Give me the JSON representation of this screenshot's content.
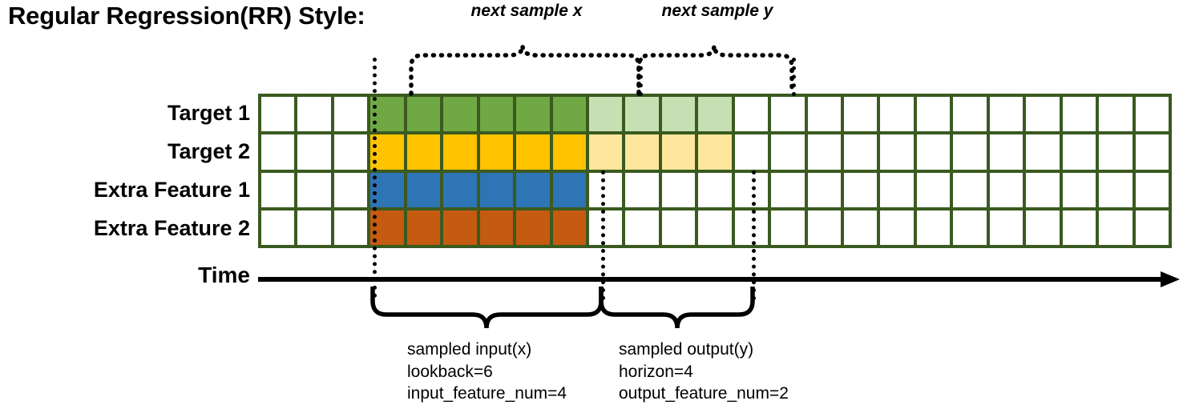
{
  "title": "Regular Regression(RR) Style:",
  "row_labels": [
    {
      "label": "Target 1",
      "name": "target-1"
    },
    {
      "label": "Target 2",
      "name": "target-2"
    },
    {
      "label": "Extra Feature 1",
      "name": "extra-feature-1"
    },
    {
      "label": "Extra Feature 2",
      "name": "extra-feature-2"
    }
  ],
  "time_axis": {
    "label": "Time"
  },
  "top_braces": [
    {
      "label": "next sample x"
    },
    {
      "label": "next sample y"
    }
  ],
  "bottom_braces": [
    {
      "line1": "sampled input(x)",
      "line2": "lookback=6",
      "line3": "input_feature_num=4"
    },
    {
      "line1": "sampled output(y)",
      "line2": "horizon=4",
      "line3": "output_feature_num=2"
    }
  ],
  "colors": {
    "grid_border": "#3a5a20",
    "empty": "#ffffff",
    "target1_input": "#70a844",
    "target1_output": "#c6dfb3",
    "target2_input": "#ffc300",
    "target2_output": "#fee69c",
    "feature1_input": "#2e75b6",
    "feature2_input": "#c55a11",
    "axis": "#000000"
  },
  "grid": {
    "columns": 25,
    "rows": 4,
    "lead_blank": 3,
    "input_span": 6,
    "output_span": 4,
    "matrix": [
      [
        "#ffffff",
        "#ffffff",
        "#ffffff",
        "#70a844",
        "#70a844",
        "#70a844",
        "#70a844",
        "#70a844",
        "#70a844",
        "#c6dfb3",
        "#c6dfb3",
        "#c6dfb3",
        "#c6dfb3",
        "#ffffff",
        "#ffffff",
        "#ffffff",
        "#ffffff",
        "#ffffff",
        "#ffffff",
        "#ffffff",
        "#ffffff",
        "#ffffff",
        "#ffffff",
        "#ffffff",
        "#ffffff"
      ],
      [
        "#ffffff",
        "#ffffff",
        "#ffffff",
        "#ffc300",
        "#ffc300",
        "#ffc300",
        "#ffc300",
        "#ffc300",
        "#ffc300",
        "#fee69c",
        "#fee69c",
        "#fee69c",
        "#fee69c",
        "#ffffff",
        "#ffffff",
        "#ffffff",
        "#ffffff",
        "#ffffff",
        "#ffffff",
        "#ffffff",
        "#ffffff",
        "#ffffff",
        "#ffffff",
        "#ffffff",
        "#ffffff"
      ],
      [
        "#ffffff",
        "#ffffff",
        "#ffffff",
        "#2e75b6",
        "#2e75b6",
        "#2e75b6",
        "#2e75b6",
        "#2e75b6",
        "#2e75b6",
        "#ffffff",
        "#ffffff",
        "#ffffff",
        "#ffffff",
        "#ffffff",
        "#ffffff",
        "#ffffff",
        "#ffffff",
        "#ffffff",
        "#ffffff",
        "#ffffff",
        "#ffffff",
        "#ffffff",
        "#ffffff",
        "#ffffff",
        "#ffffff"
      ],
      [
        "#ffffff",
        "#ffffff",
        "#ffffff",
        "#c55a11",
        "#c55a11",
        "#c55a11",
        "#c55a11",
        "#c55a11",
        "#c55a11",
        "#ffffff",
        "#ffffff",
        "#ffffff",
        "#ffffff",
        "#ffffff",
        "#ffffff",
        "#ffffff",
        "#ffffff",
        "#ffffff",
        "#ffffff",
        "#ffffff",
        "#ffffff",
        "#ffffff",
        "#ffffff",
        "#ffffff",
        "#ffffff"
      ]
    ]
  }
}
